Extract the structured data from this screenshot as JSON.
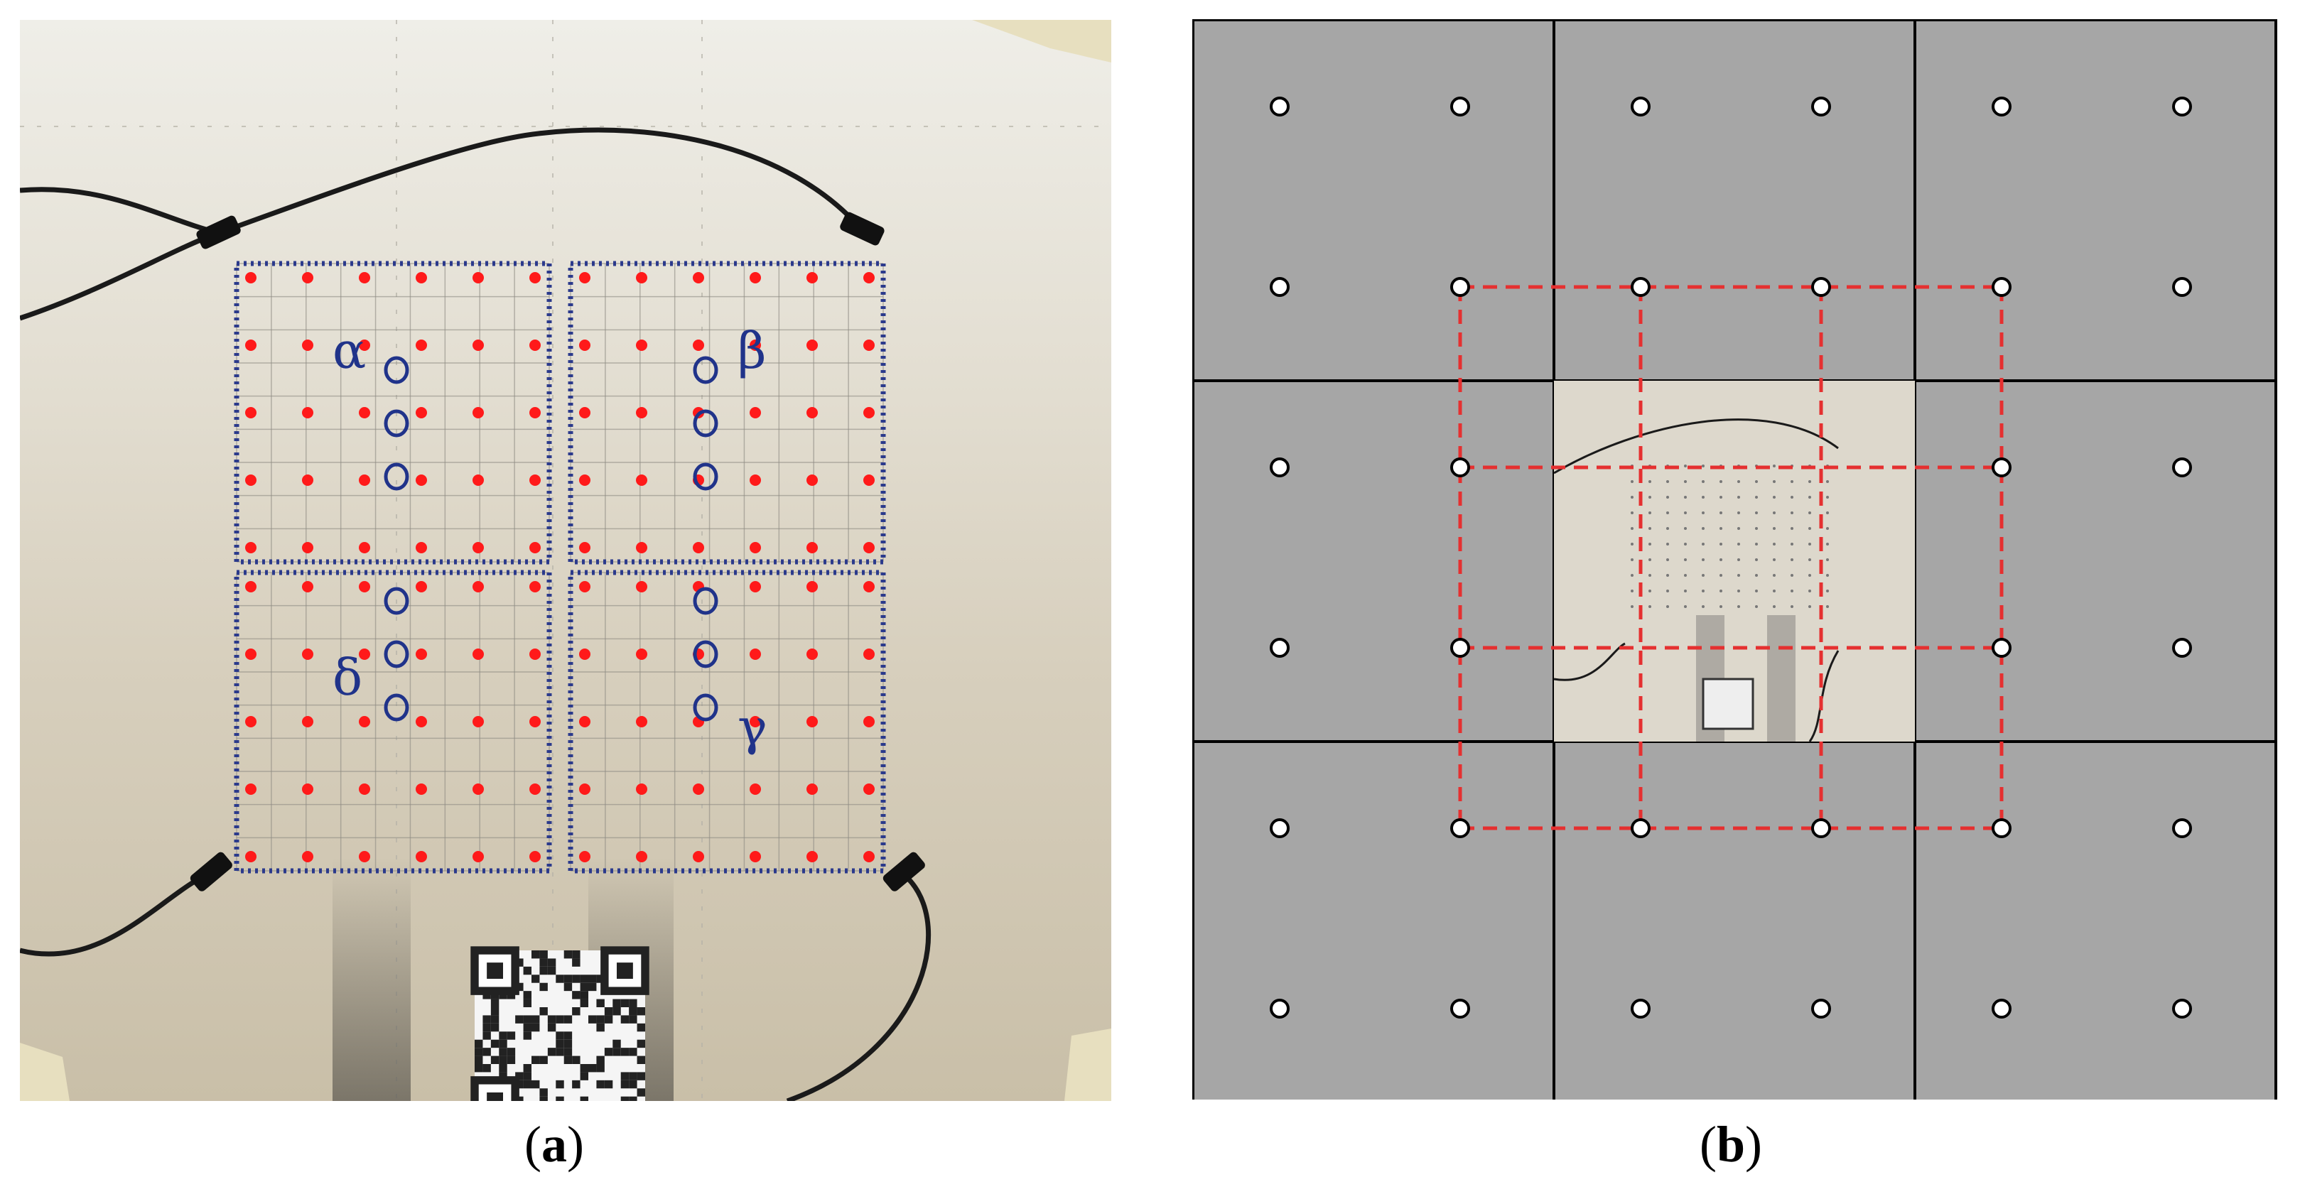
{
  "panels": [
    {
      "id": "a",
      "caption_open": "(",
      "caption_letter": "a",
      "caption_close": ")",
      "quadrants": [
        {
          "label": "α"
        },
        {
          "label": "β"
        },
        {
          "label": "δ"
        },
        {
          "label": "γ"
        }
      ]
    },
    {
      "id": "b",
      "caption_open": "(",
      "caption_letter": "b",
      "caption_close": ")",
      "tile_grid": {
        "rows": 3,
        "cols": 3,
        "center_tile": "photo"
      },
      "markers_per_tile": 4
    }
  ],
  "colors": {
    "photo_background": "#d8d3c6",
    "wall_top": "#e9e7e0",
    "tile_fill": "#a6a6a6",
    "tile_border": "#000000",
    "marker_fill": "#ffffff",
    "dashed_grid": "#e53030",
    "red_dot": "#ff1a1a",
    "quadrant_outline": "#2b3a8c",
    "label_ink": "#20338a",
    "cable": "#1a1a1a"
  },
  "icons": [
    "qr-code-icon",
    "sensor-clip-icon",
    "ring-marker-icon"
  ]
}
